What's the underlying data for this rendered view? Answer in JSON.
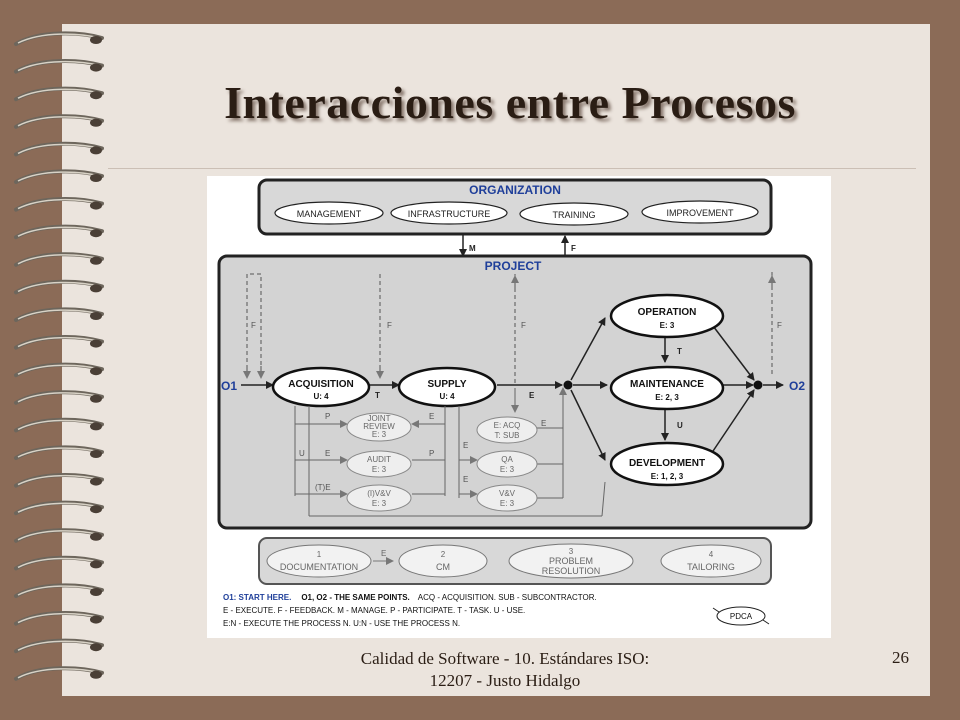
{
  "slide": {
    "title": "Interacciones entre Procesos",
    "footer_line1": "Calidad de Software - 10. Estándares ISO:",
    "footer_line2": "12207 - Justo Hidalgo",
    "page_number": "26"
  },
  "diagram": {
    "organization": {
      "label": "ORGANIZATION",
      "items": [
        "MANAGEMENT",
        "INFRASTRUCTURE",
        "TRAINING",
        "IMPROVEMENT"
      ]
    },
    "org_links": {
      "manage": "M",
      "feedback": "F"
    },
    "project": {
      "label": "PROJECT"
    },
    "start_label": "O1",
    "end_label": "O2",
    "processes": {
      "acquisition": {
        "name": "ACQUISITION",
        "sub": "U: 4"
      },
      "supply": {
        "name": "SUPPLY",
        "sub": "U: 4"
      },
      "operation": {
        "name": "OPERATION",
        "sub": "E: 3"
      },
      "maintenance": {
        "name": "MAINTENANCE",
        "sub": "E: 2, 3"
      },
      "development": {
        "name": "DEVELOPMENT",
        "sub": "E: 1, 2, 3"
      }
    },
    "support_left": [
      {
        "l1": "JOINT",
        "l2": "REVIEW",
        "l3": "E: 3"
      },
      {
        "l1": "AUDIT",
        "l2": "E: 3"
      },
      {
        "l1": "(I)V&V",
        "l2": "E: 3"
      }
    ],
    "support_right": [
      {
        "l1": "E: ACQ",
        "l2": "T: SUB"
      },
      {
        "l1": "QA",
        "l2": "E: 3"
      },
      {
        "l1": "V&V",
        "l2": "E: 3"
      }
    ],
    "edge_labels": {
      "f": "F",
      "t": "T",
      "e": "E",
      "p": "P",
      "u": "U",
      "te": "(T)E"
    },
    "supporting": [
      {
        "num": "1",
        "label": "DOCUMENTATION"
      },
      {
        "num": "2",
        "label": "CM"
      },
      {
        "num": "3",
        "label": "PROBLEM",
        "label2": "RESOLUTION"
      },
      {
        "num": "4",
        "label": "TAILORING"
      }
    ],
    "legend": {
      "line1_a": "O1: START HERE.",
      "line1_b": "O1, O2 - THE SAME POINTS.",
      "line1_c": "ACQ - ACQUISITION.  SUB - SUBCONTRACTOR.",
      "line2": "E - EXECUTE.   F - FEEDBACK.   M - MANAGE.   P - PARTICIPATE.   T - TASK.   U - USE.",
      "line3": "E:N  -  EXECUTE THE PROCESS  N.    U:N - USE THE PROCESS N.",
      "pdca": "PDCA"
    }
  }
}
